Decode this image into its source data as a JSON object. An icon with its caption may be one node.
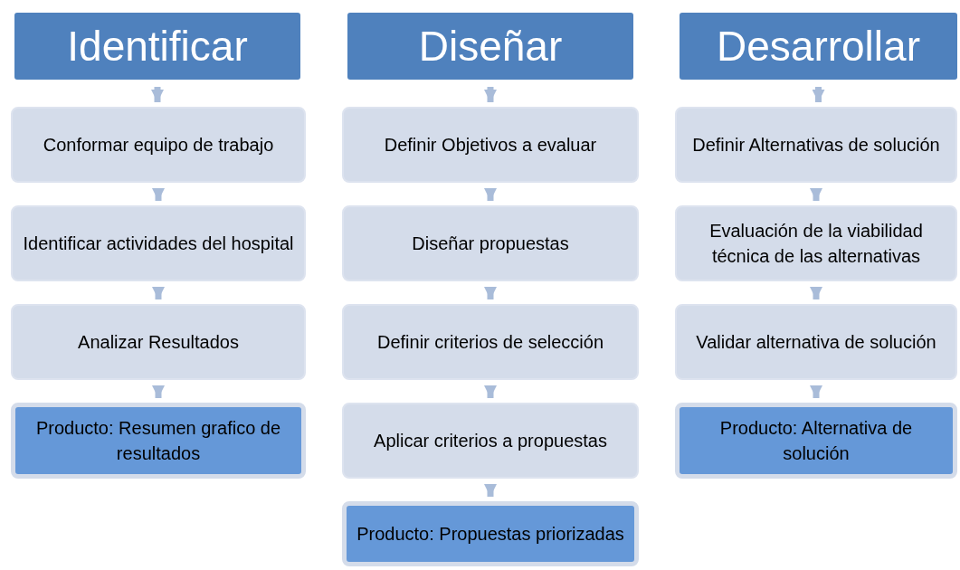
{
  "diagram": {
    "nodes": [
      {
        "text": [
          "Identificar"
        ]
      },
      {
        "text": [
          "Conformar equipo de trabajo"
        ]
      },
      {
        "text": [
          "Identificar actividades del hospital"
        ]
      },
      {
        "text": [
          "Analizar Resultados"
        ]
      },
      {
        "text": [
          "Producto: Resumen grafico de resultados"
        ]
      },
      {
        "text": [
          "Diseñar"
        ]
      },
      {
        "text": [
          "Definir Objetivos a evaluar"
        ]
      },
      {
        "text": [
          "Diseñar propuestas"
        ]
      },
      {
        "text": [
          "Definir criterios de selección"
        ]
      },
      {
        "text": [
          "Aplicar criterios a propuestas"
        ]
      },
      {
        "text": [
          "Producto: Propuestas priorizadas"
        ]
      },
      {
        "text": [
          "Desarrollar"
        ]
      },
      {
        "text": [
          "Definir Alternativas de solución"
        ]
      },
      {
        "text": [
          "Evaluación de la viabilidad técnica de las alternativas"
        ]
      },
      {
        "text": [
          "Validar alternativa de solución"
        ]
      },
      {
        "text": [
          "Producto: Alternativa de solución"
        ]
      }
    ],
    "edges": [
      {
        "from": 0,
        "to": 1,
        "arrow": "to"
      },
      {
        "from": 1,
        "to": 2,
        "arrow": "to"
      },
      {
        "from": 2,
        "to": 3,
        "arrow": "to"
      },
      {
        "from": 3,
        "to": 4,
        "arrow": "to"
      },
      {
        "from": 5,
        "to": 6,
        "arrow": "to"
      },
      {
        "from": 6,
        "to": 7,
        "arrow": "to"
      },
      {
        "from": 7,
        "to": 8,
        "arrow": "to"
      },
      {
        "from": 8,
        "to": 9,
        "arrow": "to"
      },
      {
        "from": 9,
        "to": 10,
        "arrow": "to"
      },
      {
        "from": 11,
        "to": 12,
        "arrow": "to"
      },
      {
        "from": 12,
        "to": 13,
        "arrow": "to"
      },
      {
        "from": 13,
        "to": 14,
        "arrow": "to"
      },
      {
        "from": 14,
        "to": 15,
        "arrow": "to"
      }
    ]
  }
}
